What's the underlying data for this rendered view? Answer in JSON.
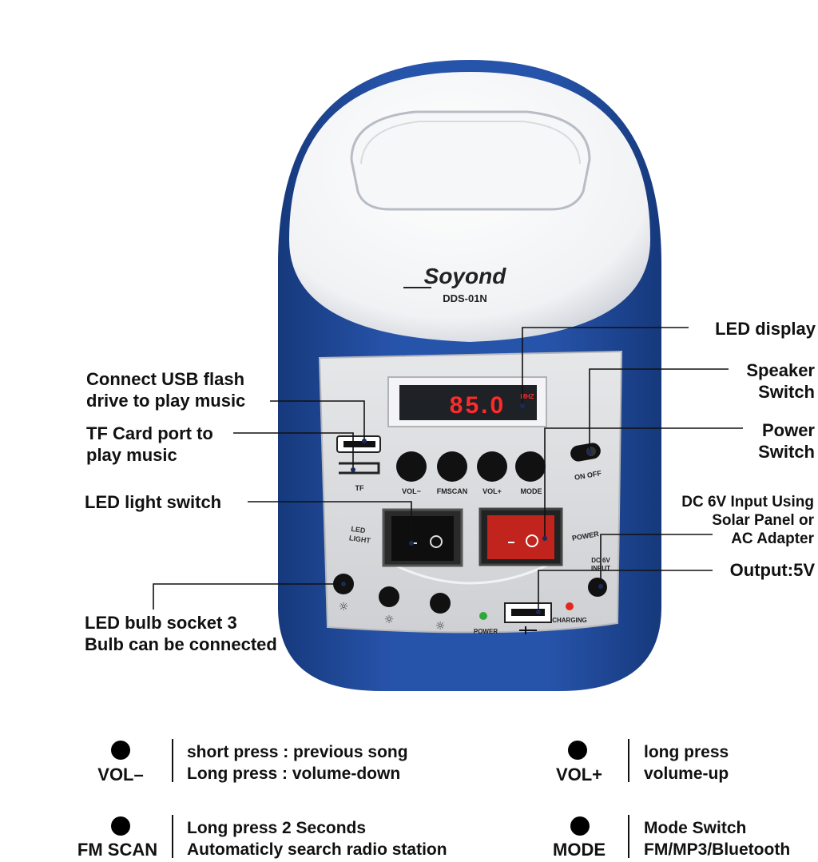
{
  "device": {
    "brand": "Soyond",
    "model": "DDS-01N",
    "display_value": "85.0",
    "display_unit": "MHZ",
    "panel_labels": {
      "tf": "TF",
      "vol_minus": "VOL−",
      "fmscan": "FMSCAN",
      "vol_plus": "VOL+",
      "mode": "MODE",
      "on_off": "ON OFF",
      "led_light_1": "LED",
      "led_light_2": "LIGHT",
      "power_switch": "POWER",
      "dc_input_1": "DC 6V",
      "dc_input_2": "INPUT",
      "power_led": "POWER",
      "charging_led": "CHARGING"
    }
  },
  "callouts": {
    "usb": [
      "Connect USB flash",
      "drive to play music"
    ],
    "tf": [
      "TF Card port to",
      "play music"
    ],
    "led_switch": [
      "LED light switch"
    ],
    "bulb": [
      "LED bulb socket 3",
      "Bulb can be connected"
    ],
    "led_display": [
      "LED display"
    ],
    "speaker": [
      "Speaker",
      "Switch"
    ],
    "power": [
      "Power",
      "Switch"
    ],
    "dc_input": [
      "DC 6V Input Using",
      "Solar Panel or",
      "AC Adapter"
    ],
    "output": [
      "Output:5V"
    ]
  },
  "legend": [
    {
      "name": "VOL–",
      "lines": [
        "short press : previous song",
        "Long press : volume-down"
      ]
    },
    {
      "name": "VOL+",
      "lines": [
        "long press",
        "volume-up"
      ]
    },
    {
      "name": "FM SCAN",
      "lines": [
        "Long press 2 Seconds",
        "Automaticly search radio station"
      ]
    },
    {
      "name": "MODE",
      "lines": [
        "Mode Switch",
        "FM/MP3/Bluetooth"
      ]
    }
  ],
  "colors": {
    "body_blue": "#1f4a9a",
    "panel_silver": "#d9dadc",
    "switch_red": "#c0241c",
    "display_red": "#ff2b2b",
    "led_green": "#2fa838",
    "led_red": "#e0281e"
  }
}
